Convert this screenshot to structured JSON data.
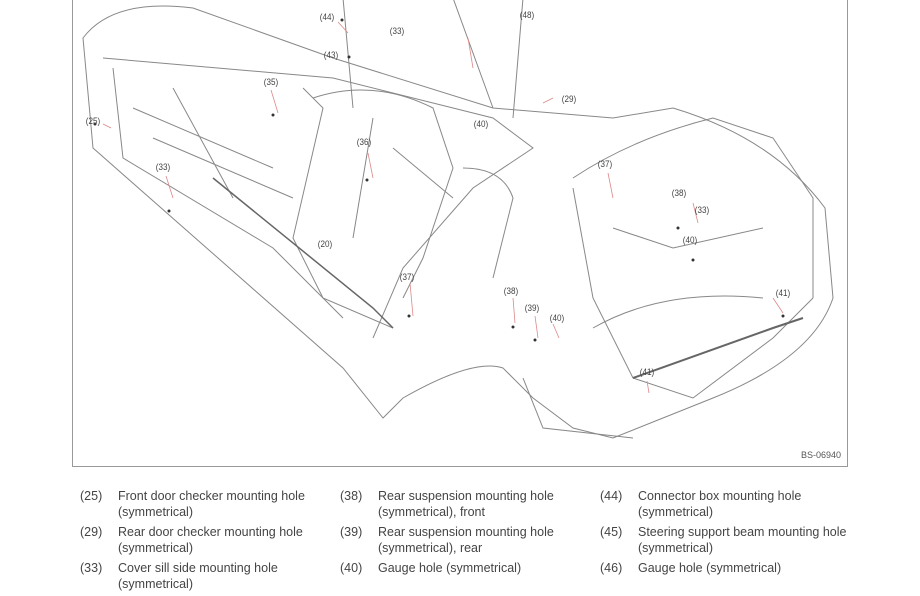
{
  "figure": {
    "code": "BS-06940",
    "callouts": [
      "(44)",
      "(48)",
      "(33)",
      "(43)",
      "(35)",
      "(29)",
      "(25)",
      "(40)",
      "(36)",
      "(33)",
      "(37)",
      "(38)",
      "(33)",
      "(40)",
      "(20)",
      "(37)",
      "(38)",
      "(39)",
      "(40)",
      "(41)",
      "(41)"
    ]
  },
  "legend": [
    [
      {
        "num": "(25)",
        "desc": "Front door checker mounting hole (symmetrical)"
      },
      {
        "num": "(29)",
        "desc": "Rear door checker mounting hole (symmetrical)"
      },
      {
        "num": "(33)",
        "desc": "Cover sill side mounting hole (symmetrical)"
      }
    ],
    [
      {
        "num": "(38)",
        "desc": "Rear suspension mounting hole (symmetrical), front"
      },
      {
        "num": "(39)",
        "desc": "Rear suspension mounting hole (symmetrical), rear"
      },
      {
        "num": "(40)",
        "desc": "Gauge hole (symmetrical)"
      }
    ],
    [
      {
        "num": "(44)",
        "desc": "Connector box mounting hole (symmetrical)"
      },
      {
        "num": "(45)",
        "desc": "Steering support beam mounting hole (symmetrical)"
      },
      {
        "num": "(46)",
        "desc": "Gauge hole (symmetrical)"
      }
    ]
  ]
}
